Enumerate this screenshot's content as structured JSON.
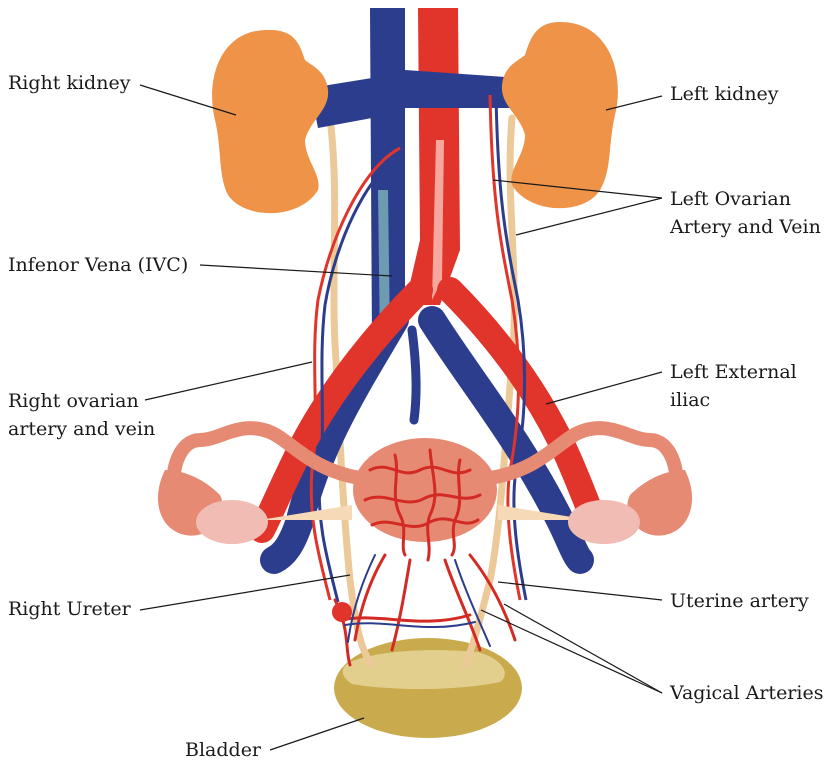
{
  "labels": {
    "right_kidney": "Right kidney",
    "left_kidney": "Left kidney",
    "left_ovarian_line1": "Left Ovarian",
    "left_ovarian_line2": "Artery and Vein",
    "ivc": "Infenor Vena (IVC)",
    "right_ovarian_line1": "Right ovarian",
    "right_ovarian_line2": "artery and vein",
    "left_external_line1": "Left External",
    "left_external_line2": "iliac",
    "right_ureter": "Right Ureter",
    "uterine_artery": "Uterine artery",
    "vagical_arteries": "Vagical Arteries",
    "bladder": "Bladder"
  },
  "colors": {
    "kidney": "#ee9347",
    "vein": "#2c3d8d",
    "artery": "#e1342b",
    "ureter": "#ecc998",
    "uterus": "#e78a74",
    "bladder": "#c9ab4d",
    "ovary": "#f0bcb4"
  }
}
